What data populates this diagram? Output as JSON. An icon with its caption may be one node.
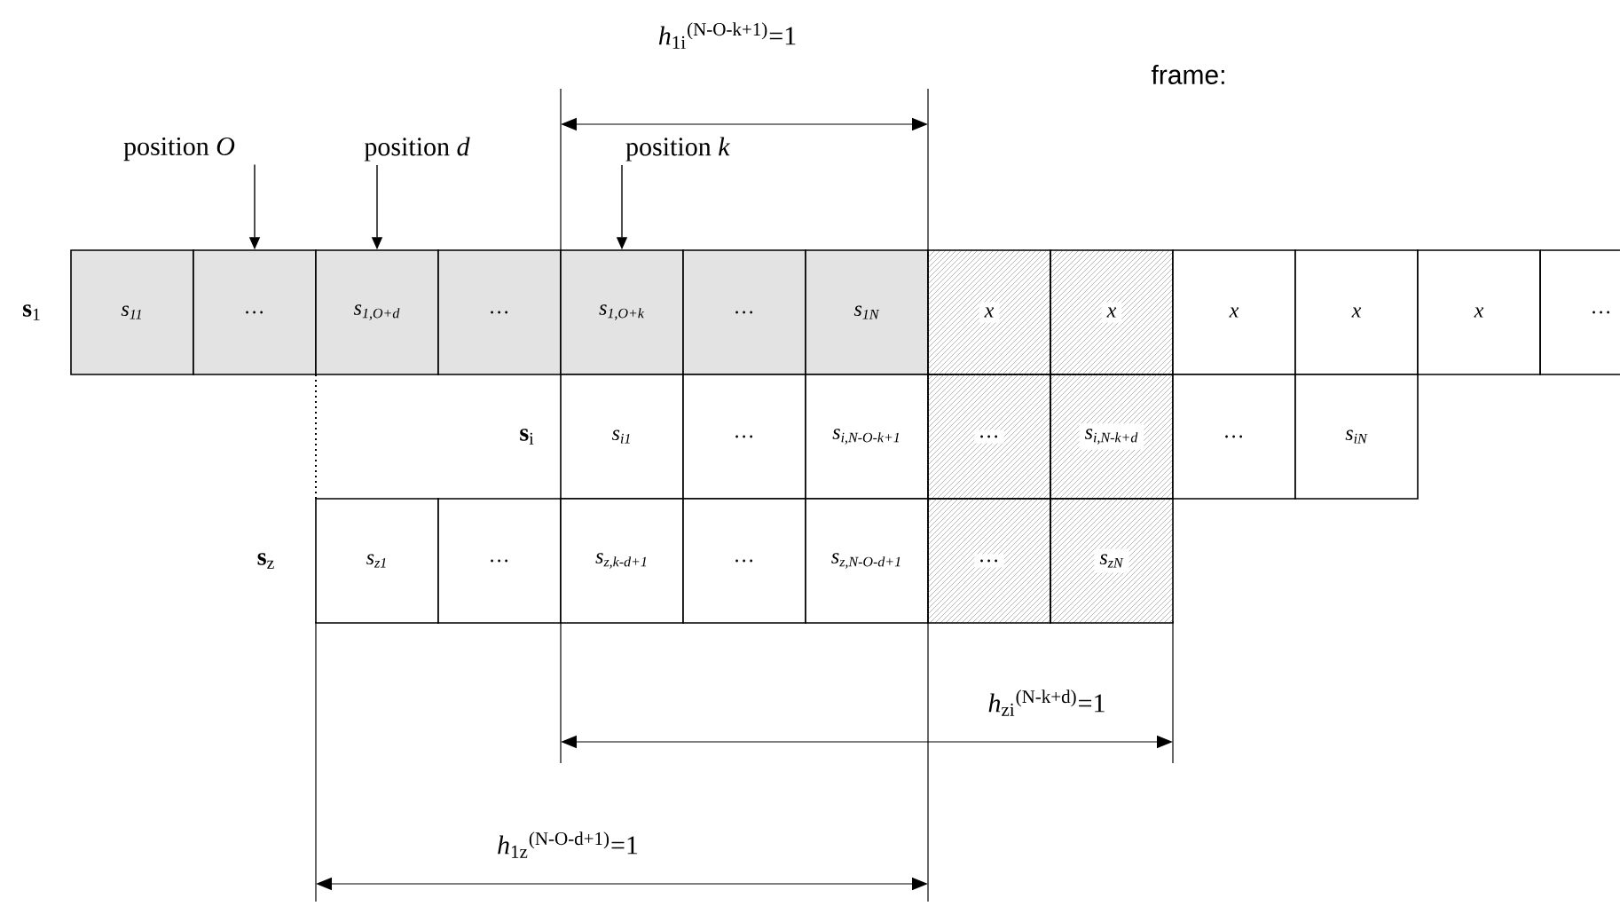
{
  "diagram": {
    "nodes": [
      {
        "text": [
          "position *O*"
        ]
      },
      {
        "text": [
          "position *d*"
        ]
      },
      {
        "text": [
          "position *k*"
        ]
      },
      {
        "text": [
          "s$_{11}$"
        ]
      },
      {
        "text": [
          "…"
        ]
      },
      {
        "text": [
          "s$_{1,O+d}$"
        ]
      },
      {
        "text": [
          "…"
        ]
      },
      {
        "text": [
          "s$_{1,O+k}$"
        ]
      },
      {
        "text": [
          "…"
        ]
      },
      {
        "text": [
          "s$_{1N}$"
        ]
      },
      {
        "text": [
          "x"
        ]
      },
      {
        "text": [
          "x"
        ]
      },
      {
        "text": [
          "x"
        ]
      },
      {
        "text": [
          "x"
        ]
      },
      {
        "text": [
          "x"
        ]
      },
      {
        "text": [
          "…"
        ]
      },
      {
        "text": [
          "s$_{i1}$"
        ]
      },
      {
        "text": [
          "…"
        ]
      },
      {
        "text": [
          "s$_{i,N-O-k+1}$"
        ]
      },
      {
        "text": [
          "…"
        ]
      },
      {
        "text": [
          "s$_{i,N-k+d}$"
        ]
      },
      {
        "text": [
          "…"
        ]
      },
      {
        "text": [
          "s$_{iN}$"
        ]
      },
      {
        "text": [
          "s$_{z1}$"
        ]
      },
      {
        "text": [
          "…"
        ]
      },
      {
        "text": [
          "s$_{z,k-d+1}$"
        ]
      },
      {
        "text": [
          "…"
        ]
      },
      {
        "text": [
          "s$_{z,N-O-d+1}$"
        ]
      },
      {
        "text": [
          "…"
        ]
      },
      {
        "text": [
          "s$_{zN}$"
        ]
      }
    ],
    "edges": [
      {
        "from": 0,
        "to": 4,
        "arrow": "to"
      },
      {
        "from": 1,
        "to": 5,
        "arrow": "to"
      },
      {
        "from": 2,
        "to": 7,
        "arrow": "to"
      }
    ],
    "labels": [
      "*h*$_{1i}$$^{(N-O-k+1)}$=1",
      "frame:",
      "**s**$_{1}$",
      "**s**$_{i}$",
      "**s**$_{z}$",
      "*h*$_{zi}$$^{(N-k+d)}$=1",
      "*h*$_{1z}$$^{(N-O-d+1)}$=1"
    ]
  }
}
